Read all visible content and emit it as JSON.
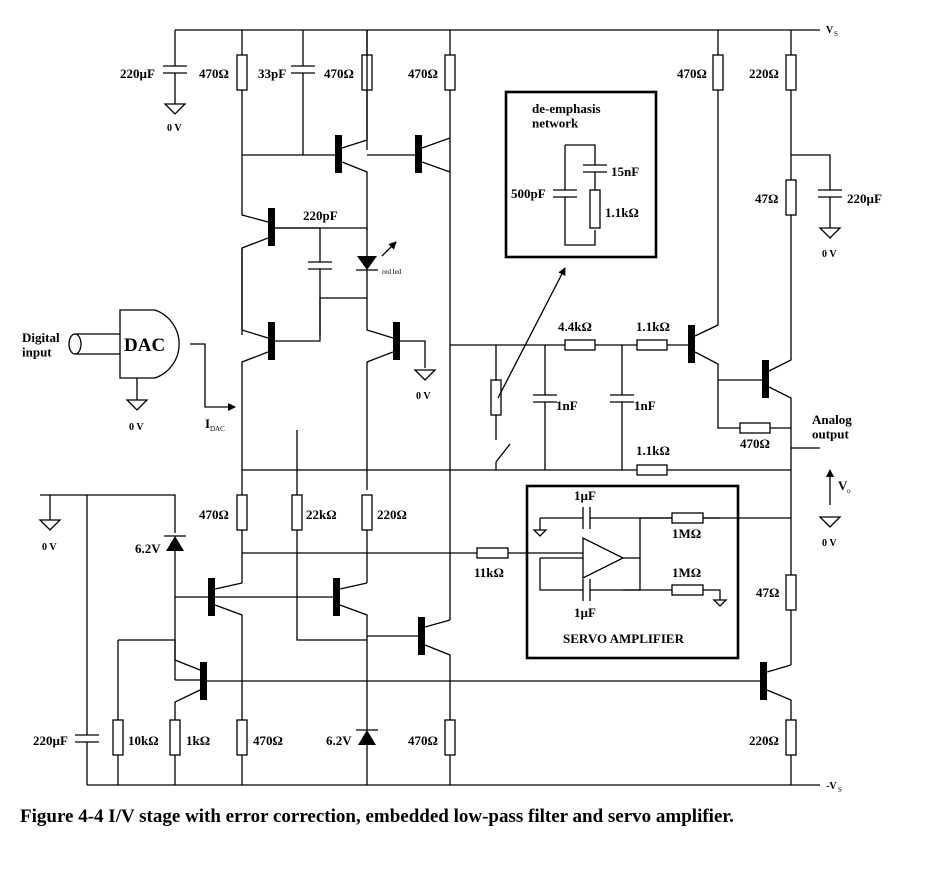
{
  "labels": {
    "vs_pos": "V",
    "vs_pos_sub": "S",
    "vs_neg": "-V",
    "vs_neg_sub": "S",
    "cap_220uF": "220µF",
    "res_470": "470Ω",
    "cap_33pF": "33pF",
    "res_220": "220Ω",
    "ground": "0 V",
    "cap_220pF": "220pF",
    "red_led": "red led",
    "digital_input": "Digital\ninput",
    "dac": "DAC",
    "i_dac": "I",
    "i_dac_sub": "DAC",
    "res_47": "47Ω",
    "deemph_title": "de-emphasis\nnetwork",
    "cap_500pF": "500pF",
    "cap_15nF": "15nF",
    "res_1k1": "1.1kΩ",
    "res_4k4": "4.4kΩ",
    "cap_1nF": "1nF",
    "analog_output": "Analog\noutput",
    "v_o": "V",
    "v_o_sub": "o",
    "cap_1uF": "1µF",
    "res_1M": "1MΩ",
    "servo_title": "SERVO AMPLIFIER",
    "res_11k": "11kΩ",
    "res_22k": "22kΩ",
    "zener_6v2": "6.2V",
    "res_10k": "10kΩ",
    "res_1k": "1kΩ"
  },
  "caption": "Figure 4-4  I/V stage with error correction, embedded low-pass filter and servo amplifier."
}
